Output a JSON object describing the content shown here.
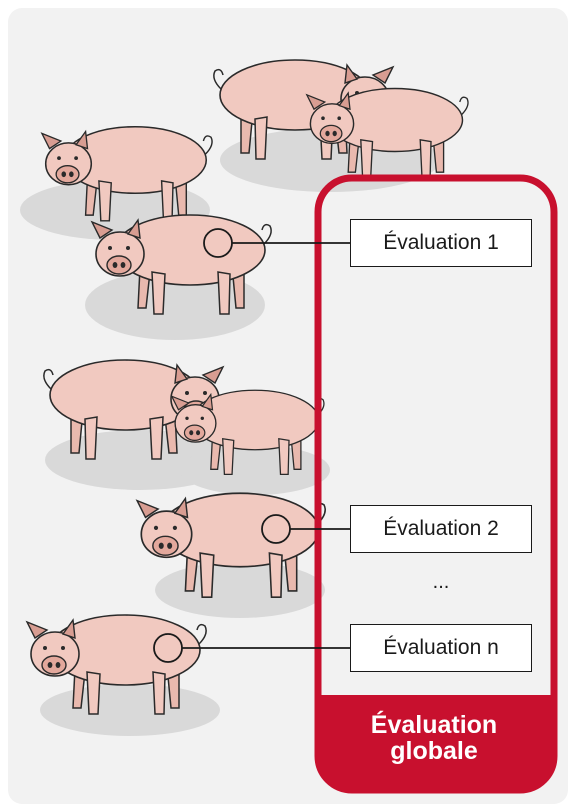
{
  "diagram": {
    "evaluations": [
      {
        "label": "Évaluation 1"
      },
      {
        "label": "Évaluation 2"
      },
      {
        "label": "Évaluation n"
      }
    ],
    "ellipsis": "...",
    "global": {
      "line1": "Évaluation",
      "line2": "globale"
    },
    "colors": {
      "panel_bg": "#f2f2f2",
      "accent_red": "#c8102e",
      "pig_body": "#f1c9c0",
      "shadow": "#d9d9d9",
      "line": "#1a1a1a"
    }
  }
}
